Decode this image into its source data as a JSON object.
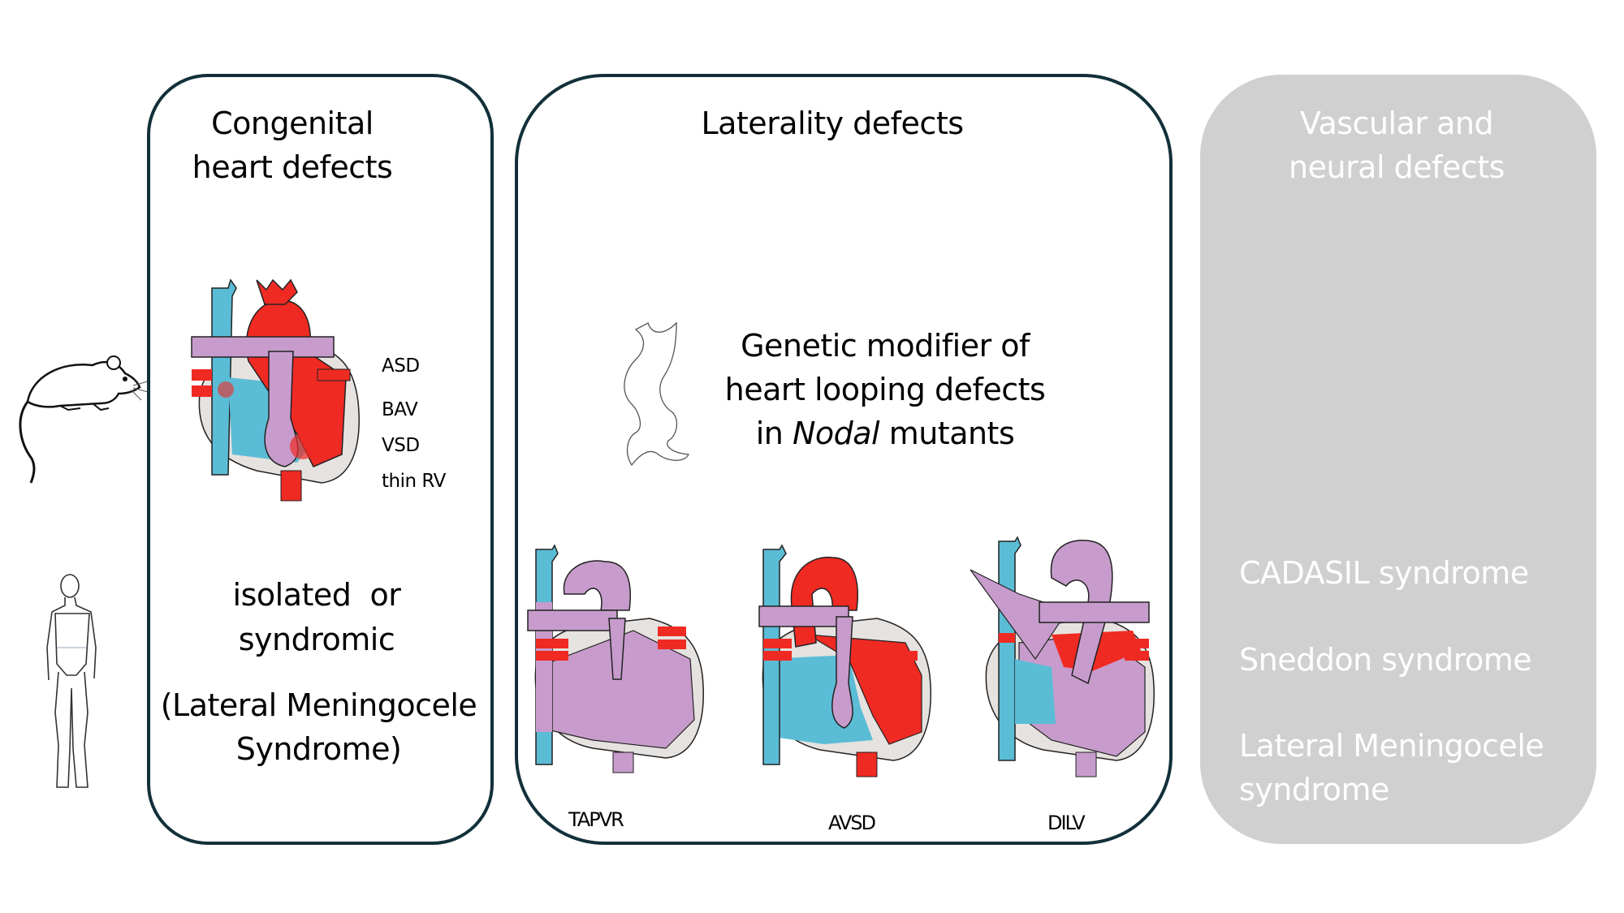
{
  "colors": {
    "panel_border": "#12303a",
    "gray_panel": "#d0d0d0",
    "oxygenated": "#ef2a23",
    "deoxygenated": "#5bbcd6",
    "mixed": "#c79ccc",
    "wall": "#e6e2df"
  },
  "organisms": [
    {
      "name": "mouse",
      "icon": "mouse-icon"
    },
    {
      "name": "human",
      "icon": "human-figure-icon"
    }
  ],
  "panel1": {
    "title_line1": "Congenital",
    "title_line2": "heart defects",
    "defects": [
      "ASD",
      "BAV",
      "VSD",
      "thin RV"
    ],
    "text_line1": "isolated  or",
    "text_line2": "syndromic",
    "text_line3": "(Lateral Meningocele",
    "text_line4": "Syndrome)"
  },
  "panel2": {
    "title": "Laterality defects",
    "modifier_line1": "Genetic modifier of",
    "modifier_line2": "heart looping defects",
    "modifier_line3_pre": "in ",
    "modifier_line3_italic": "Nodal",
    "modifier_line3_post": " mutants",
    "hearts": [
      {
        "label": "TAPVR"
      },
      {
        "label": "AVSD"
      },
      {
        "label": "DILV"
      }
    ]
  },
  "panel3": {
    "title_line1": "Vascular and",
    "title_line2": "neural defects",
    "items": [
      "CADASIL syndrome",
      "Sneddon syndrome",
      "Lateral Meningocele",
      "syndrome"
    ]
  }
}
